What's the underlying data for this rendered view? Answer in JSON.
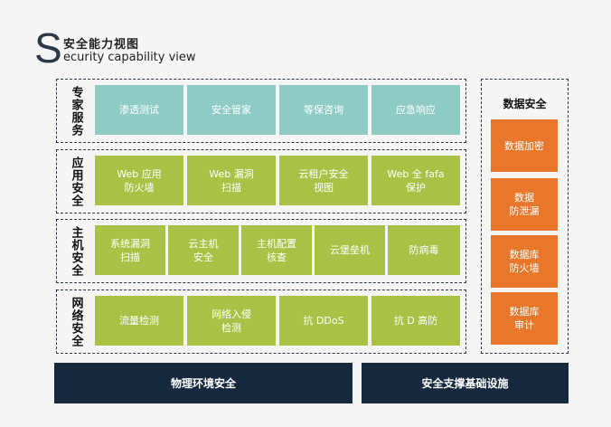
{
  "header": {
    "letter": "S",
    "title_cn": "安全能力视图",
    "title_en": "ecurity capability view"
  },
  "layers": [
    {
      "label": "专家服务",
      "items": [
        "渗透测试",
        "安全管家",
        "等保咨询",
        "应急响应"
      ]
    },
    {
      "label": "应用安全",
      "items": [
        "Web 应用\n防火墙",
        "Web 漏洞\n扫描",
        "云租户安全\n视图",
        "Web 全 fafa\n保护"
      ]
    },
    {
      "label": "主机安全",
      "items": [
        "系统漏洞\n扫描",
        "云主机\n安全",
        "主机配置\n核查",
        "云堡垒机",
        "防病毒"
      ]
    },
    {
      "label": "网络安全",
      "items": [
        "流量检测",
        "网络入侵\n检测",
        "抗 DDoS",
        "抗 D 高防"
      ]
    }
  ],
  "data_security": {
    "title": "数据安全",
    "items": [
      "数据加密",
      "数据\n防泄漏",
      "数据库\n防火墙",
      "数据库\n审计"
    ]
  },
  "base": {
    "left": "物理环境安全",
    "right": "安全支撑基础设施"
  },
  "colors": {
    "teal": "#8ecbc4",
    "green": "#a9c245",
    "orange": "#e8762b",
    "navy": "#16293f"
  }
}
